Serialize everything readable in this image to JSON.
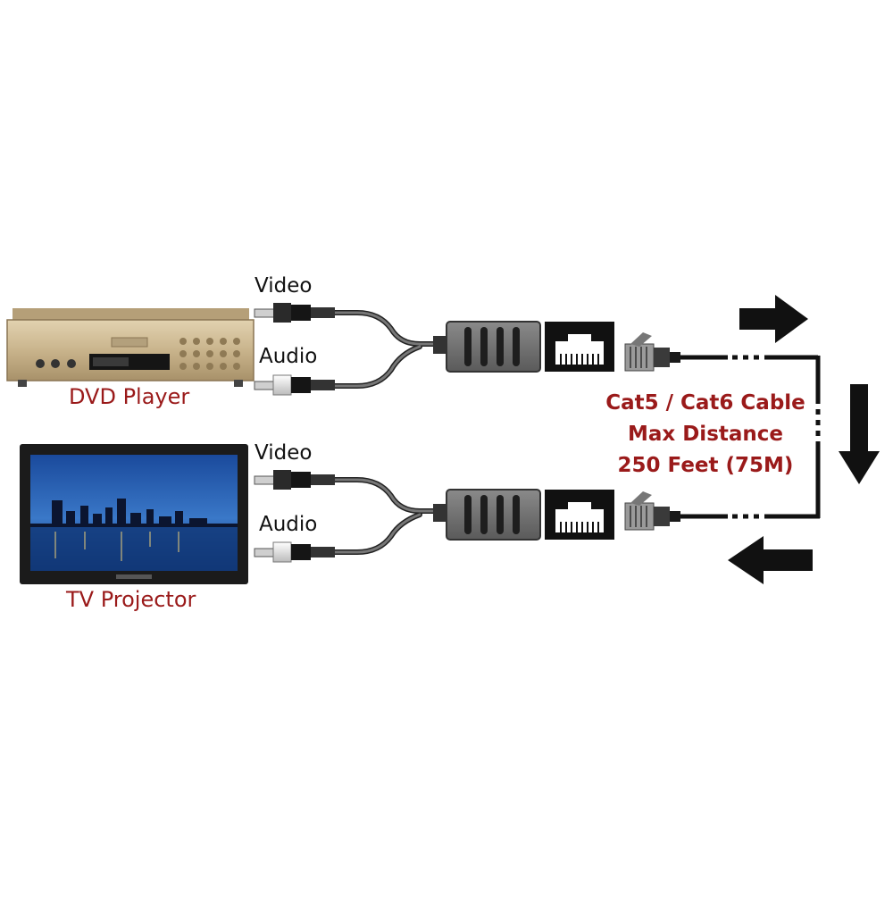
{
  "devices": {
    "source": {
      "name": "DVD Player",
      "ports": {
        "video": "Video",
        "audio": "Audio"
      }
    },
    "display": {
      "name": "TV Projector",
      "ports": {
        "video": "Video",
        "audio": "Audio"
      }
    }
  },
  "cable": {
    "line1": "Cat5 / Cat6 Cable",
    "line2": "Max Distance",
    "line3": "250 Feet (75M)"
  },
  "colors": {
    "accent": "#9a1a1a",
    "cable": "#111111",
    "dvd_body": "#c9b48c",
    "balun": "#707070"
  },
  "icons": {
    "source": "dvd-player-icon",
    "display": "tv-screen-icon",
    "connector": "rj45-plug-icon",
    "jack": "rj45-jack-icon"
  }
}
